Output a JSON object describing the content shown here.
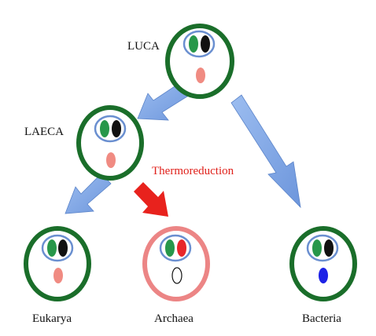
{
  "labels": {
    "luca": "LUCA",
    "laeca": "LAECA",
    "thermoreduction": "Thermoreduction",
    "eukarya": "Eukarya",
    "archaea": "Archaea",
    "bacteria": "Bacteria"
  },
  "colors": {
    "cell_wall_green": "#1a6e2a",
    "archaea_wall_pink": "#ec8585",
    "nucleus_ring": "#6a8fd0",
    "green_chromosome": "#27974a",
    "black_chromosome": "#111111",
    "red_chromosome": "#e8262a",
    "pink_organelle": "#f08b82",
    "blue_organelle": "#1d22e6",
    "white_organelle": "#ffffff",
    "blue_arrow": "#7ea5e4",
    "red_arrow": "#e8221d",
    "thermoreduction_text": "#e0211b"
  },
  "icons": {
    "evolution_arrow": "arrow-icon",
    "thermoreduction_arrow": "red-arrow-icon",
    "cell": "cell-icon"
  }
}
